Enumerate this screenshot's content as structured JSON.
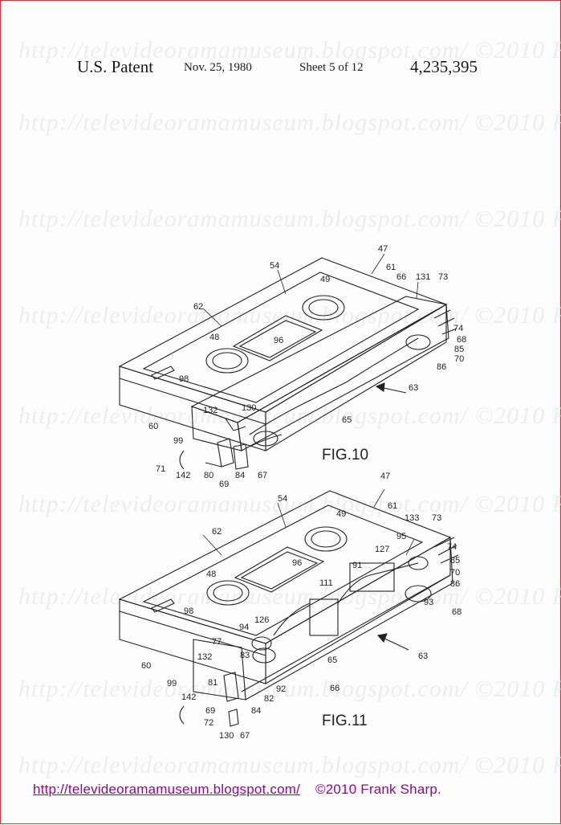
{
  "header": {
    "patent_label": "U.S. Patent",
    "date": "Nov. 25, 1980",
    "sheet": "Sheet 5 of 12",
    "number": "4,235,395"
  },
  "watermark": {
    "text": "http://televideoramamuseum.blogspot.com/ ©2010 Frank Sharp."
  },
  "figures": [
    {
      "caption": "FIG.10",
      "labels": [
        "47",
        "54",
        "61",
        "49",
        "66",
        "131",
        "73",
        "62",
        "74",
        "68",
        "48",
        "96",
        "85",
        "70",
        "86",
        "98",
        "63",
        "130",
        "132",
        "60",
        "99",
        "65",
        "71",
        "142",
        "80",
        "69",
        "84",
        "67"
      ]
    },
    {
      "caption": "FIG.11",
      "labels": [
        "47",
        "54",
        "61",
        "133",
        "73",
        "62",
        "49",
        "95",
        "74",
        "127",
        "85",
        "91",
        "70",
        "48",
        "96",
        "86",
        "111",
        "93",
        "98",
        "126",
        "68",
        "94",
        "77",
        "63",
        "83",
        "132",
        "60",
        "65",
        "81",
        "92",
        "99",
        "82",
        "142",
        "66",
        "69",
        "84",
        "72",
        "130",
        "67"
      ]
    }
  ],
  "footer": {
    "url_text": "http://televideoramamuseum.blogspot.com/",
    "copyright": "©2010 Frank Sharp."
  }
}
